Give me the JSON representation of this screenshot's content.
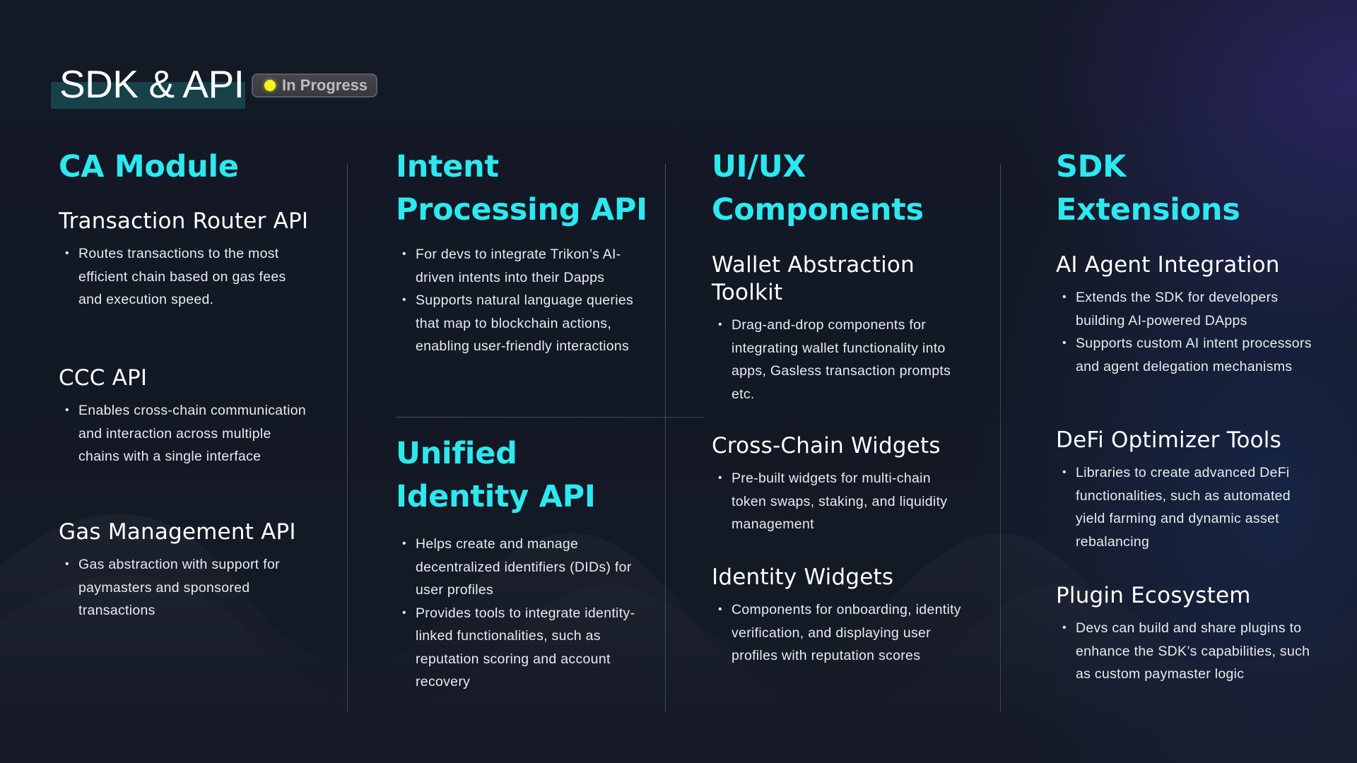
{
  "header": {
    "title": "SDK & API",
    "status": "In Progress",
    "status_color": "#f5f51c"
  },
  "colors": {
    "accent": "#2de8ef",
    "background": "#141926",
    "title_bar": "#17424a"
  },
  "columns": [
    {
      "title": "CA Module",
      "sections": [
        {
          "title": "Transaction Router API",
          "bullets": [
            "Routes transactions to the most efficient chain based on gas fees and execution speed."
          ]
        },
        {
          "title": "CCC API",
          "bullets": [
            "Enables cross-chain communication and interaction across multiple chains with a single interface"
          ]
        },
        {
          "title": "Gas Management API",
          "bullets": [
            "Gas abstraction with support for paymasters and sponsored transactions"
          ]
        }
      ]
    },
    {
      "title": "Intent Processing API",
      "bullets": [
        "For devs to integrate Trikon’s AI-driven intents into their Dapps",
        "Supports natural language queries that map to blockchain actions, enabling user-friendly interactions"
      ],
      "title_2": "Unified Identity API",
      "bullets_2": [
        "Helps create and manage decentralized identifiers (DIDs) for user profiles",
        "Provides tools to integrate identity-linked functionalities, such as reputation scoring and account recovery"
      ]
    },
    {
      "title": "UI/UX Components",
      "sections": [
        {
          "title": "Wallet Abstraction Toolkit",
          "bullets": [
            "Drag-and-drop components for integrating wallet functionality into apps, Gasless transaction prompts etc."
          ]
        },
        {
          "title": "Cross-Chain Widgets",
          "bullets": [
            "Pre-built widgets for multi-chain token swaps, staking, and liquidity management"
          ]
        },
        {
          "title": "Identity Widgets",
          "bullets": [
            "Components for onboarding, identity verification, and displaying user profiles with reputation scores"
          ]
        }
      ]
    },
    {
      "title": "SDK Extensions",
      "sections": [
        {
          "title": "AI Agent Integration",
          "bullets": [
            "Extends the SDK for developers building AI-powered DApps",
            "Supports custom AI intent processors and agent delegation mechanisms"
          ]
        },
        {
          "title": "DeFi Optimizer Tools",
          "bullets": [
            "Libraries to create advanced DeFi functionalities, such as automated yield farming and dynamic asset rebalancing"
          ]
        },
        {
          "title": "Plugin Ecosystem",
          "bullets": [
            "Devs can build and share plugins to enhance the SDK’s capabilities, such as custom paymaster logic"
          ]
        }
      ]
    }
  ]
}
